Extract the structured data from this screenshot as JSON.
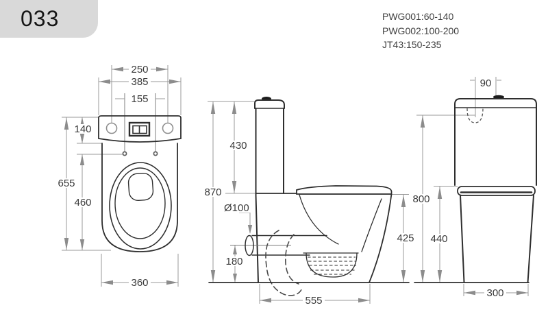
{
  "badge": {
    "label": "033"
  },
  "notes": [
    "PWG001:60-140",
    "PWG002:100-200",
    "JT43:150-235"
  ],
  "views": {
    "plan": {
      "dims": {
        "bolt_spacing": "250",
        "tank_width": "385",
        "seat_hole_spacing": "155",
        "tank_depth": "140",
        "total_depth": "655",
        "bowl_depth": "460",
        "base_width": "360"
      }
    },
    "side": {
      "dims": {
        "total_height": "870",
        "tank_height": "430",
        "outlet_diameter": "Ø100",
        "outlet_height": "180",
        "base_depth": "555",
        "bowl_height": "425"
      }
    },
    "back": {
      "dims": {
        "inlet_offset": "90",
        "rim_height": "800",
        "seat_height": "440",
        "base_width": "300"
      }
    }
  }
}
